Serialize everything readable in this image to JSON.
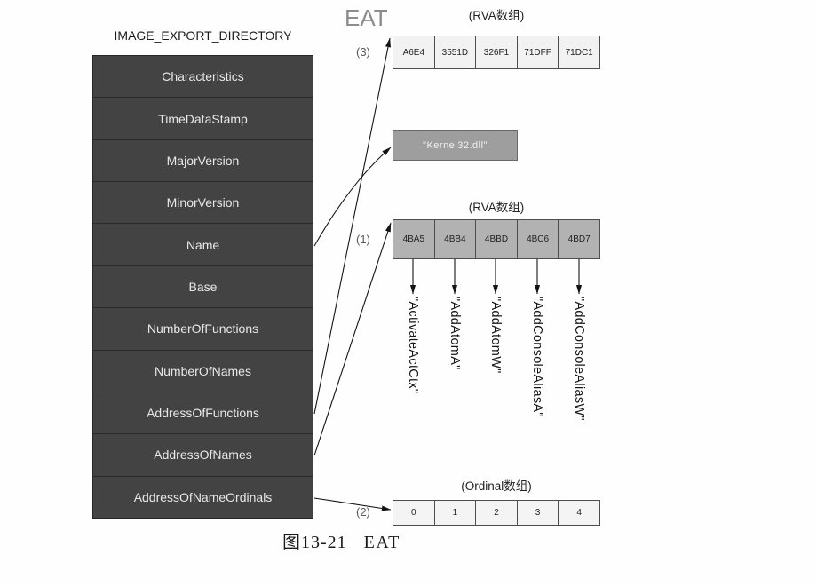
{
  "figure": {
    "heading": "EAT",
    "caption_number": "图13-21",
    "caption_title": "EAT"
  },
  "export_directory": {
    "title": "IMAGE_EXPORT_DIRECTORY",
    "fields": [
      "Characteristics",
      "TimeDataStamp",
      "MajorVersion",
      "MinorVersion",
      "Name",
      "Base",
      "NumberOfFunctions",
      "NumberOfNames",
      "AddressOfFunctions",
      "AddressOfNames",
      "AddressOfNameOrdinals"
    ]
  },
  "address_of_functions_array": {
    "marker": "(3)",
    "title": "(RVA数组)",
    "values": [
      "A6E4",
      "3551D",
      "326F1",
      "71DFF",
      "71DC1"
    ]
  },
  "dll_name": "\"Kernel32.dll\"",
  "address_of_names_array": {
    "marker": "(1)",
    "title": "(RVA数组)",
    "values": [
      "4BA5",
      "4BB4",
      "4BBD",
      "4BC6",
      "4BD7"
    ],
    "function_names": [
      "\"ActivateActCtx\"",
      "\"AddAtomA\"",
      "\"AddAtomW\"",
      "\"AddConsoleAliasA\"",
      "\"AddConsoleAliasW\""
    ]
  },
  "address_of_name_ordinals_array": {
    "marker": "(2)",
    "title": "(Ordinal数组)",
    "values": [
      "0",
      "1",
      "2",
      "3",
      "4"
    ]
  },
  "colors": {
    "directory_fill": "#434343",
    "directory_text": "#e8e8e8",
    "function_rva_fill": "#f2f2f2",
    "dll_name_fill": "#9e9e9e",
    "name_rva_fill": "#b2b2b2",
    "ordinal_fill": "#f4f4f4",
    "arrow": "#141414"
  }
}
